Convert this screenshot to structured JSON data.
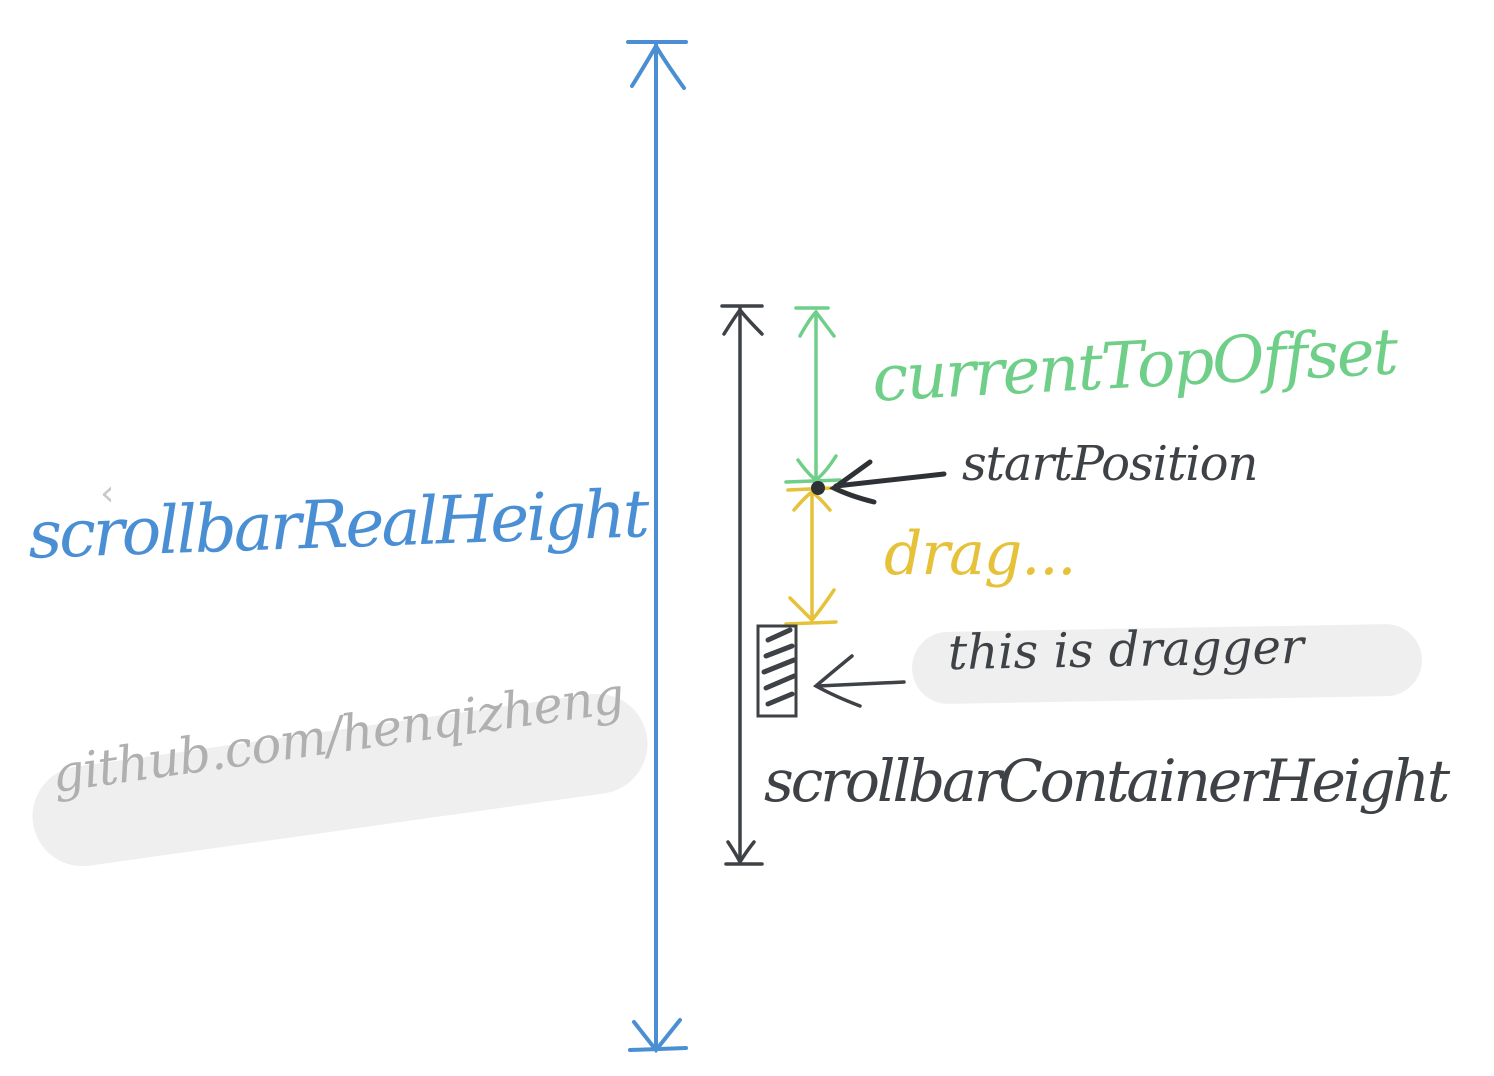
{
  "colors": {
    "blue": "#4a8fd4",
    "green": "#6fcf88",
    "yellow": "#e6c23a",
    "dark": "#3e4246",
    "gray": "#b0b0b0",
    "highlight": "#efefef"
  },
  "labels": {
    "scrollbar_real_height": "scrollbarRealHeight",
    "current_top_offset": "currentTopOffset",
    "start_position": "startPosition",
    "drag": "drag...",
    "this_is_dragger": "this is dragger",
    "scrollbar_container_height": "scrollbarContainerHeight",
    "watermark": "github.com/henqizheng"
  },
  "icons": {
    "back": "chevron-left-icon"
  }
}
